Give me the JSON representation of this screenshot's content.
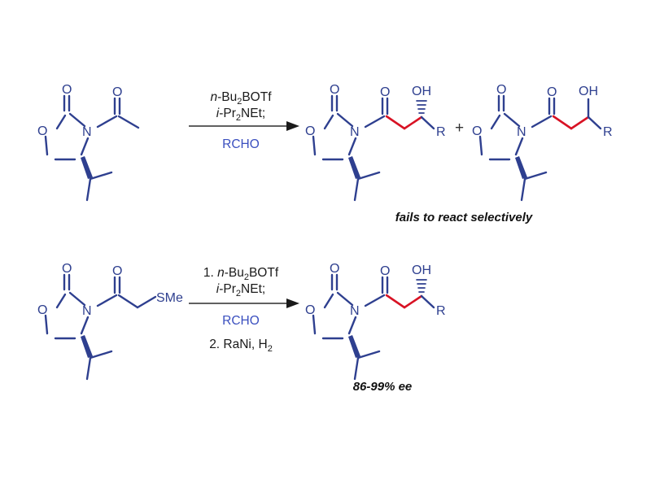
{
  "scheme": {
    "title": "Evans oxazolidinone aldol reaction scheme",
    "background_color": "#ffffff",
    "colors": {
      "bond_blue": "#2e3f8f",
      "bond_red": "#d81224",
      "reagent_black": "#1a1a1a",
      "reagent_blue": "#3a4fbf",
      "arrow_gray": "#4a4a4a"
    }
  },
  "reactions": [
    {
      "id": "reaction-1",
      "reactant": {
        "name": "N-acetyl-4-isopropyl-oxazolidinone",
        "labels": {
          "ring_oxygen": "O",
          "ring_carbonyl_oxygen": "O",
          "nitrogen": "N",
          "acyl_oxygen": "O"
        }
      },
      "conditions": {
        "above": [
          {
            "parts": [
              {
                "text": "n",
                "style": "italic"
              },
              {
                "text": "-Bu",
                "style": "normal"
              },
              {
                "text": "2",
                "style": "sub"
              },
              {
                "text": "BOTf",
                "style": "normal"
              }
            ]
          },
          {
            "parts": [
              {
                "text": "i",
                "style": "italic"
              },
              {
                "text": "-Pr",
                "style": "normal"
              },
              {
                "text": "2",
                "style": "sub"
              },
              {
                "text": "NEt;",
                "style": "normal"
              }
            ]
          }
        ],
        "below": [
          {
            "text": "RCHO",
            "color": "blue"
          }
        ]
      },
      "products": [
        {
          "name": "aldol-product-hashed-oh",
          "labels": {
            "ring_oxygen": "O",
            "ring_carbonyl_oxygen": "O",
            "nitrogen": "N",
            "acyl_oxygen": "O",
            "hydroxyl": "OH",
            "r_group": "R"
          },
          "stereo_bond": "hashed"
        },
        {
          "name": "aldol-product-plain-oh",
          "labels": {
            "ring_oxygen": "O",
            "ring_carbonyl_oxygen": "O",
            "nitrogen": "N",
            "acyl_oxygen": "O",
            "hydroxyl": "OH",
            "r_group": "R"
          },
          "stereo_bond": "plain"
        }
      ],
      "separator": "+",
      "caption": "fails to react selectively"
    },
    {
      "id": "reaction-2",
      "reactant": {
        "name": "N-(methylthio)acetyl-4-isopropyl-oxazolidinone",
        "labels": {
          "ring_oxygen": "O",
          "ring_carbonyl_oxygen": "O",
          "nitrogen": "N",
          "acyl_oxygen": "O",
          "thioether": "SMe"
        }
      },
      "conditions": {
        "above": [
          {
            "parts": [
              {
                "text": "1. ",
                "style": "normal"
              },
              {
                "text": "n",
                "style": "italic"
              },
              {
                "text": "-Bu",
                "style": "normal"
              },
              {
                "text": "2",
                "style": "sub"
              },
              {
                "text": "BOTf",
                "style": "normal"
              }
            ]
          },
          {
            "parts": [
              {
                "text": "i",
                "style": "italic"
              },
              {
                "text": "-Pr",
                "style": "normal"
              },
              {
                "text": "2",
                "style": "sub"
              },
              {
                "text": "NEt;",
                "style": "normal"
              }
            ]
          }
        ],
        "below": [
          {
            "text": "RCHO",
            "color": "blue"
          },
          {
            "parts": [
              {
                "text": "2. RaNi, H",
                "style": "normal"
              },
              {
                "text": "2",
                "style": "sub"
              }
            ],
            "color": "black"
          }
        ]
      },
      "products": [
        {
          "name": "aldol-product-enantioenriched",
          "labels": {
            "ring_oxygen": "O",
            "ring_carbonyl_oxygen": "O",
            "nitrogen": "N",
            "acyl_oxygen": "O",
            "hydroxyl": "OH",
            "r_group": "R"
          },
          "stereo_bond": "hashed"
        }
      ],
      "caption": "86-99% ee"
    }
  ]
}
